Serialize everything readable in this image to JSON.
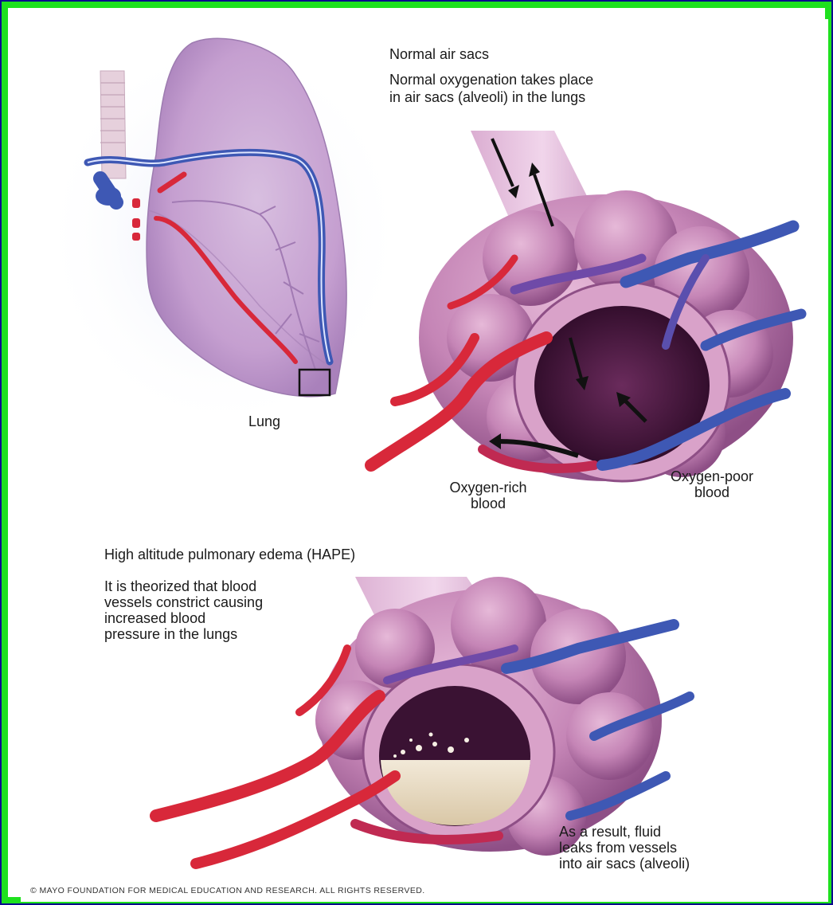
{
  "labels": {
    "normal_title": "Normal air sacs",
    "normal_line1": "Normal oxygenation takes place",
    "normal_line2": "in air sacs (alveoli) in the lungs",
    "lung": "Lung",
    "oxygen_rich_1": "Oxygen-rich",
    "oxygen_rich_2": "blood",
    "oxygen_poor_1": "Oxygen-poor",
    "oxygen_poor_2": "blood",
    "hape_title": "High altitude pulmonary edema (HAPE)",
    "hape_line1": "It is theorized that blood",
    "hape_line2": "vessels constrict causing",
    "hape_line3": "increased blood",
    "hape_line4": "pressure in the lungs",
    "result_line1": "As a result, fluid",
    "result_line2": "leaks from vessels",
    "result_line3": "into air sacs (alveoli)"
  },
  "copyright": "© MAYO FOUNDATION FOR MEDICAL EDUCATION AND RESEARCH. ALL RIGHTS RESERVED.",
  "colors": {
    "outer_border": "#0b0b8c",
    "frame_green": "#1ee11e",
    "lung_pink": "#c9a6d2",
    "alveoli_pink": "#c88ab8",
    "artery_red": "#d8283a",
    "vein_blue": "#3e58b4",
    "fluid_beige": "#e9dcc3"
  }
}
